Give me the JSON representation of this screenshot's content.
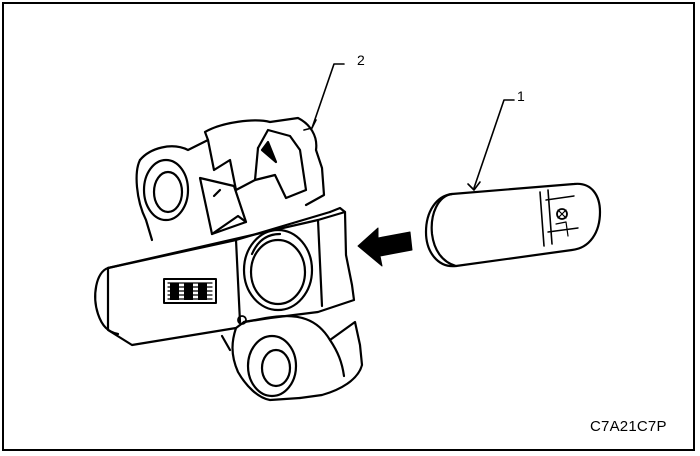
{
  "figure": {
    "figure_code": "C7A21C7P",
    "callouts": [
      {
        "number": "1",
        "part": "cylinder-lock-plug"
      },
      {
        "number": "2",
        "part": "lock-housing"
      }
    ],
    "insert_arrow_icon": "arrow-left-icon"
  }
}
